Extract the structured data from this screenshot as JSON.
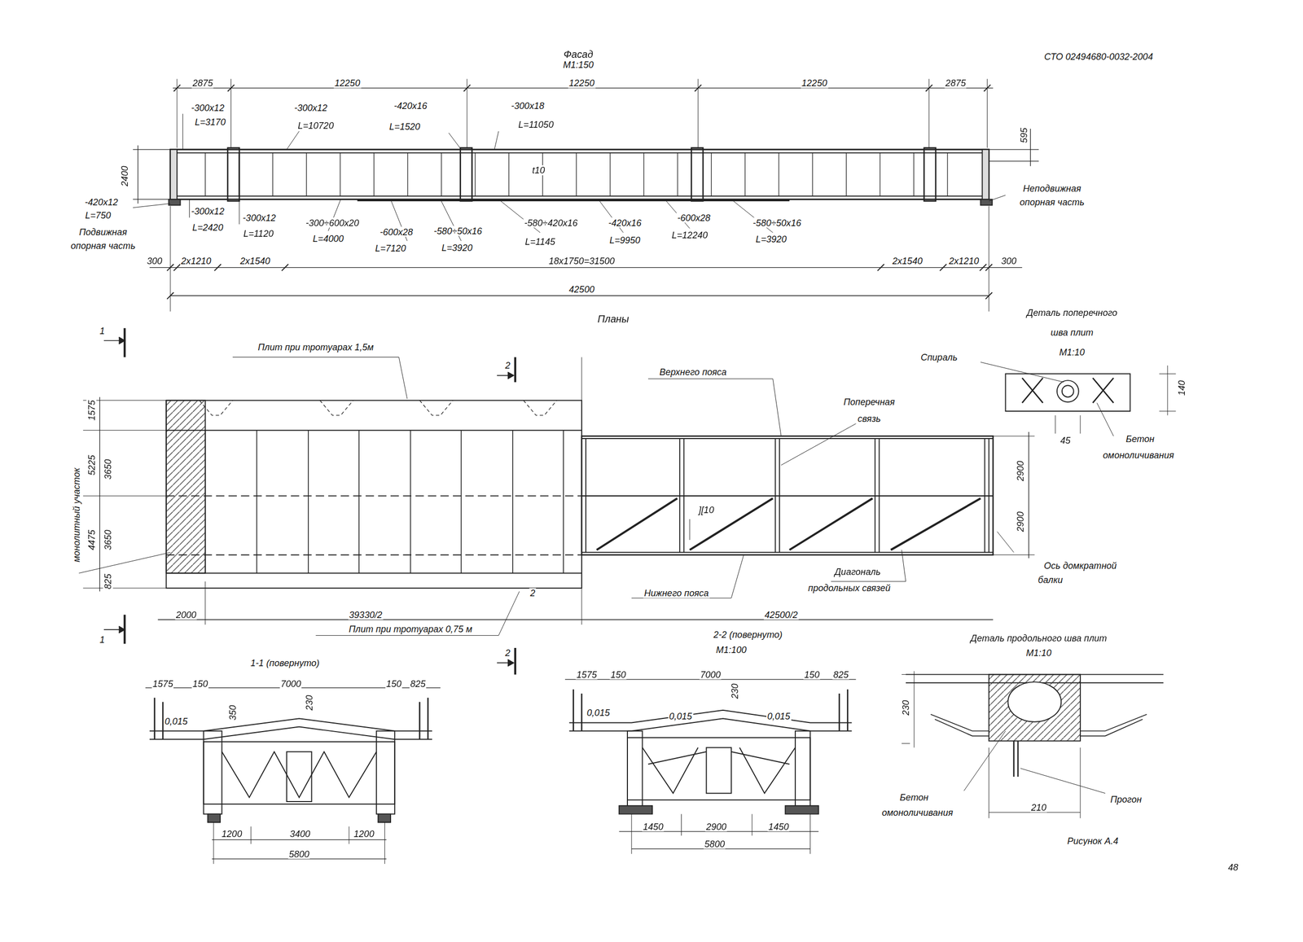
{
  "diagram": {
    "caption": "Рисунок А.4",
    "labels": [
      "Фасад",
      "М1:150",
      "СТО 02494680-0032-2004",
      "2875",
      "12250",
      "12250",
      "12250",
      "2875",
      "-300x12",
      "L=3170",
      "-300x12",
      "L=10720",
      "-420x16",
      "L=1520",
      "-300x18",
      "L=11050",
      "595",
      "2400",
      "t10",
      "Неподвижная",
      "опорная часть",
      "-420x12",
      "L=750",
      "Подвижная",
      "опорная часть",
      "-300x12",
      "L=2420",
      "-300x12",
      "L=1120",
      "-300÷600x20",
      "L=4000",
      "-600x28",
      "L=7120",
      "-580÷50x16",
      "L=3920",
      "-580÷420x16",
      "L=1145",
      "-420x16",
      "L=9950",
      "-600x28",
      "L=12240",
      "-580÷50x16",
      "L=3920",
      "300",
      "2x1210",
      "2x1540",
      "18x1750=31500",
      "2x1540",
      "2x1210",
      "300",
      "42500",
      "Планы",
      "1",
      "Плит при тротуарах 1,5м",
      "2",
      "Деталь поперечного",
      "шва плит",
      "М1:10",
      "Спираль",
      "Верхнего пояса",
      "Поперечная",
      "связь",
      "140",
      "45",
      "Бетон",
      "омоноличивания",
      "1575",
      "5225",
      "3650",
      "4475",
      "3650",
      "825",
      "монолитный участок",
      "2900",
      "2900",
      "][10",
      "Ось домкратной",
      "балки",
      "Диагональ",
      "продольных связей",
      "Нижнего пояса",
      "2",
      "2000",
      "39330/2",
      "42500/2",
      "Плит при тротуарах 0,75 м",
      "1",
      "2",
      "2-2 (повернуто)",
      "М1:100",
      "Деталь продольного шва плит",
      "М1:10",
      "1-1 (повернуто)",
      "1575",
      "150",
      "7000",
      "150",
      "825",
      "0,015",
      "350",
      "230",
      "1200",
      "3400",
      "1200",
      "5800",
      "1575",
      "150",
      "7000",
      "150",
      "825",
      "0,015",
      "0,015",
      "230",
      "0,015",
      "1450",
      "2900",
      "1450",
      "5800",
      "230",
      "Бетон",
      "омоноличивания",
      "210",
      "Прогон",
      "48"
    ]
  }
}
